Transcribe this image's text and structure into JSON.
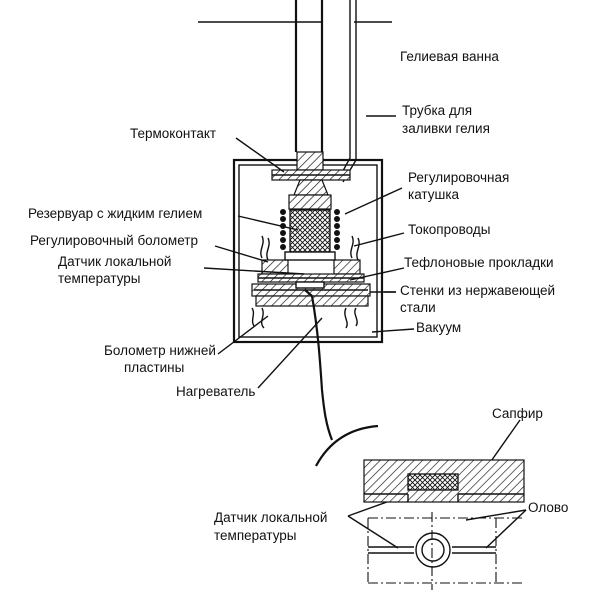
{
  "labels": {
    "helium_bath": "Гелиевая ванна",
    "fill_tube_1": "Трубка для",
    "fill_tube_2": "заливки гелия",
    "thermocontact": "Термоконтакт",
    "reg_coil_1": "Регулировочная",
    "reg_coil_2": "катушка",
    "reservoir": "Резервуар с жидким гелием",
    "reg_bolometer": "Регулировочный болометр",
    "leads": "Токопроводы",
    "local_sensor_1": "Датчик локальной",
    "local_sensor_2": "температуры",
    "teflon": "Тефлоновые прокладки",
    "steel_walls_1": "Стенки из нержавеющей",
    "steel_walls_2": "стали",
    "vacuum": "Вакуум",
    "bottom_bolometer_1": "Болометр нижней",
    "bottom_bolometer_2": "пластины",
    "heater": "Нагреватель",
    "sapphire": "Сапфир",
    "tin": "Олово",
    "detail_sensor_1": "Датчик локальной",
    "detail_sensor_2": "температуры"
  }
}
